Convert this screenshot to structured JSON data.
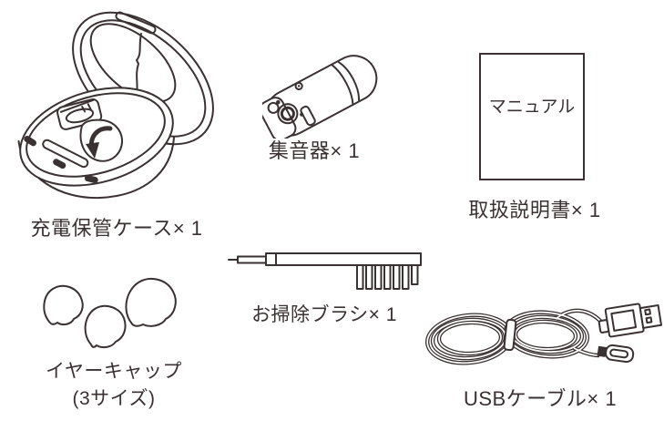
{
  "figure": {
    "background": "#ffffff",
    "ink": "#3a3132"
  },
  "items": {
    "charging_case": {
      "label": "充電保管ケース× 1"
    },
    "sound_collector": {
      "label": "集音器× 1"
    },
    "manual": {
      "cover_text": "マニュアル",
      "label": "取扱説明書× 1"
    },
    "ear_caps": {
      "label_line1": "イヤーキャップ",
      "label_line2": "(3サイズ)"
    },
    "cleaning_brush": {
      "label": "お掃除ブラシ× 1"
    },
    "usb_cable": {
      "label": "USBケーブル× 1"
    }
  }
}
